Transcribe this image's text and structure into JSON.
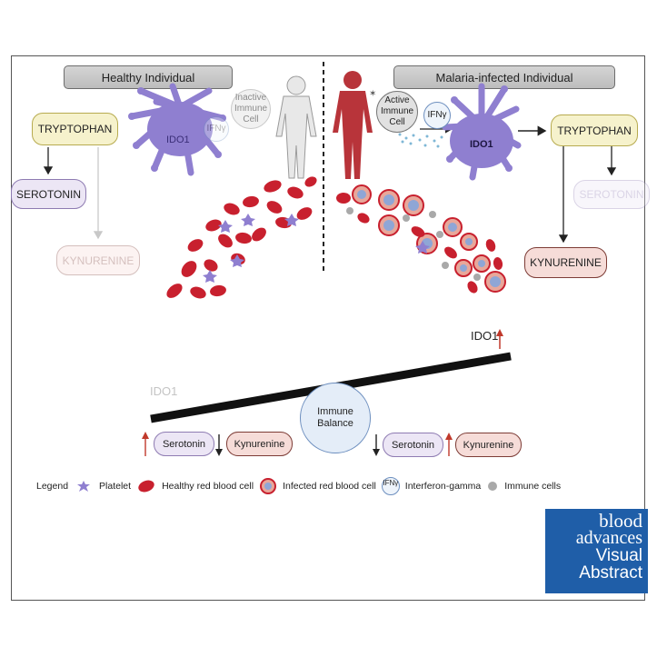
{
  "panels": {
    "left_header": "Healthy Individual",
    "right_header": "Malaria-infected Individual"
  },
  "left": {
    "tryptophan": "TRYPTOPHAN",
    "serotonin": "SEROTONIN",
    "kynurenine": "KYNURENINE",
    "ido1": "IDO1",
    "ifng": "IFNγ",
    "immune_cell": "Inactive Immune Cell"
  },
  "right": {
    "tryptophan": "TRYPTOPHAN",
    "serotonin": "SEROTONIN",
    "kynurenine": "KYNURENINE",
    "ido1": "IDO1",
    "ifng": "IFNγ",
    "immune_cell": "Active Immune Cell"
  },
  "balance": {
    "ido1_high": "IDO1",
    "ido1_low": "IDO1",
    "center": "Immune Balance",
    "left_serotonin": "Serotonin",
    "left_kynurenine": "Kynurenine",
    "right_serotonin": "Serotonin",
    "right_kynurenine": "Kynurenine"
  },
  "legend": {
    "title": "Legend",
    "platelet": "Platelet",
    "healthy_rbc": "Healthy red blood cell",
    "infected_rbc": "Infected red blood cell",
    "ifng_symbol": "IFNγ",
    "ifng": "Interferon-gamma",
    "immune_cells": "Immune cells"
  },
  "badge": {
    "line1": "blood",
    "line2": "advances",
    "line3": "Visual",
    "line4": "Abstract"
  },
  "colors": {
    "rbc": "#c8202e",
    "infected_rbc_fill": "#e8a79a",
    "infected_parasite": "#8fa6d6",
    "ido1_cell": "#8f7fd0",
    "human_healthy": "#e6e6e6",
    "human_infected": "#b8343a",
    "up_arrow": "#c0392b",
    "badge": "#1f5ea8"
  }
}
